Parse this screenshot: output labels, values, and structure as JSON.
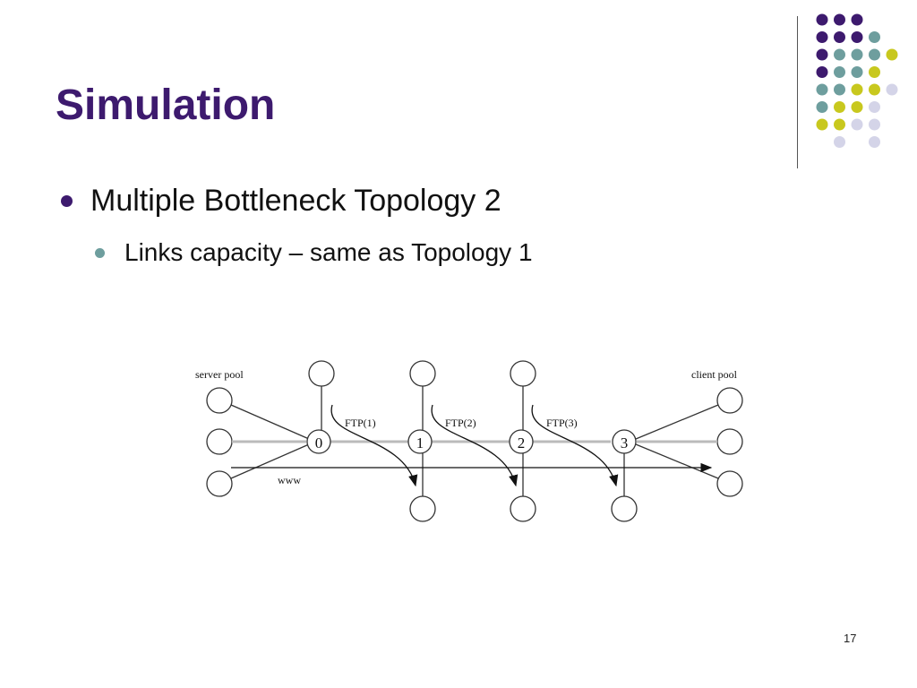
{
  "slide": {
    "title": "Simulation",
    "bullets": [
      {
        "text": "Multiple Bottleneck Topology 2",
        "level": 1
      },
      {
        "text": "Links capacity – same as Topology 1",
        "level": 2
      }
    ],
    "slide_number": "17"
  },
  "decoration": {
    "dot_colors": {
      "purple": "#3d1a6e",
      "teal": "#6e9e9e",
      "lime": "#c8c81e",
      "lavender": "#d4d4e8"
    },
    "rows": [
      [
        "purple",
        "purple",
        "purple",
        "",
        ""
      ],
      [
        "purple",
        "purple",
        "purple",
        "teal",
        ""
      ],
      [
        "purple",
        "teal",
        "teal",
        "teal",
        "lime"
      ],
      [
        "purple",
        "teal",
        "teal",
        "lime",
        ""
      ],
      [
        "teal",
        "teal",
        "lime",
        "lime",
        "lavender"
      ],
      [
        "teal",
        "lime",
        "lime",
        "lavender",
        ""
      ],
      [
        "lime",
        "lime",
        "lavender",
        "lavender",
        ""
      ],
      [
        "",
        "lavender",
        "",
        "lavender",
        ""
      ]
    ]
  },
  "diagram": {
    "labels": {
      "server_pool": "server pool",
      "client_pool": "client pool",
      "www": "www",
      "ftp": [
        "FTP(1)",
        "FTP(2)",
        "FTP(3)"
      ]
    },
    "routers": [
      "0",
      "1",
      "2",
      "3"
    ]
  }
}
